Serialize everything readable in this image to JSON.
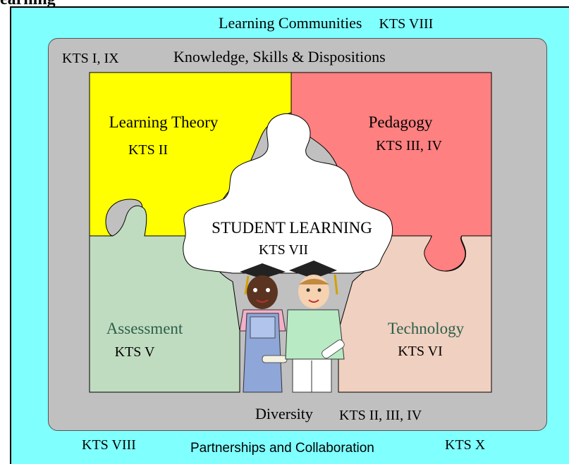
{
  "header_cut": "earning",
  "outer": {
    "title": "Learning Communities",
    "title_kts": "KTS VIII"
  },
  "gray_box": {
    "kts_left": "KTS I, IX",
    "title": "Knowledge, Skills & Dispositions"
  },
  "pieces": {
    "learning_theory": {
      "label": "Learning Theory",
      "kts": "KTS II",
      "color": "#ffff00"
    },
    "pedagogy": {
      "label": "Pedagogy",
      "kts": "KTS III, IV",
      "color": "#ff8080"
    },
    "assessment": {
      "label": "Assessment",
      "kts": "KTS V",
      "color": "#c0dcc0"
    },
    "technology": {
      "label": "Technology",
      "kts": "KTS VI",
      "color": "#f0d0c0"
    },
    "center": {
      "label": "STUDENT LEARNING",
      "kts": "KTS VII",
      "color": "#ffffff"
    }
  },
  "diversity": {
    "label": "Diversity",
    "kts": "KTS II, III, IV"
  },
  "bottom": {
    "left_kts": "KTS VIII",
    "label": "Partnerships and Collaboration",
    "right_kts": "KTS X"
  }
}
